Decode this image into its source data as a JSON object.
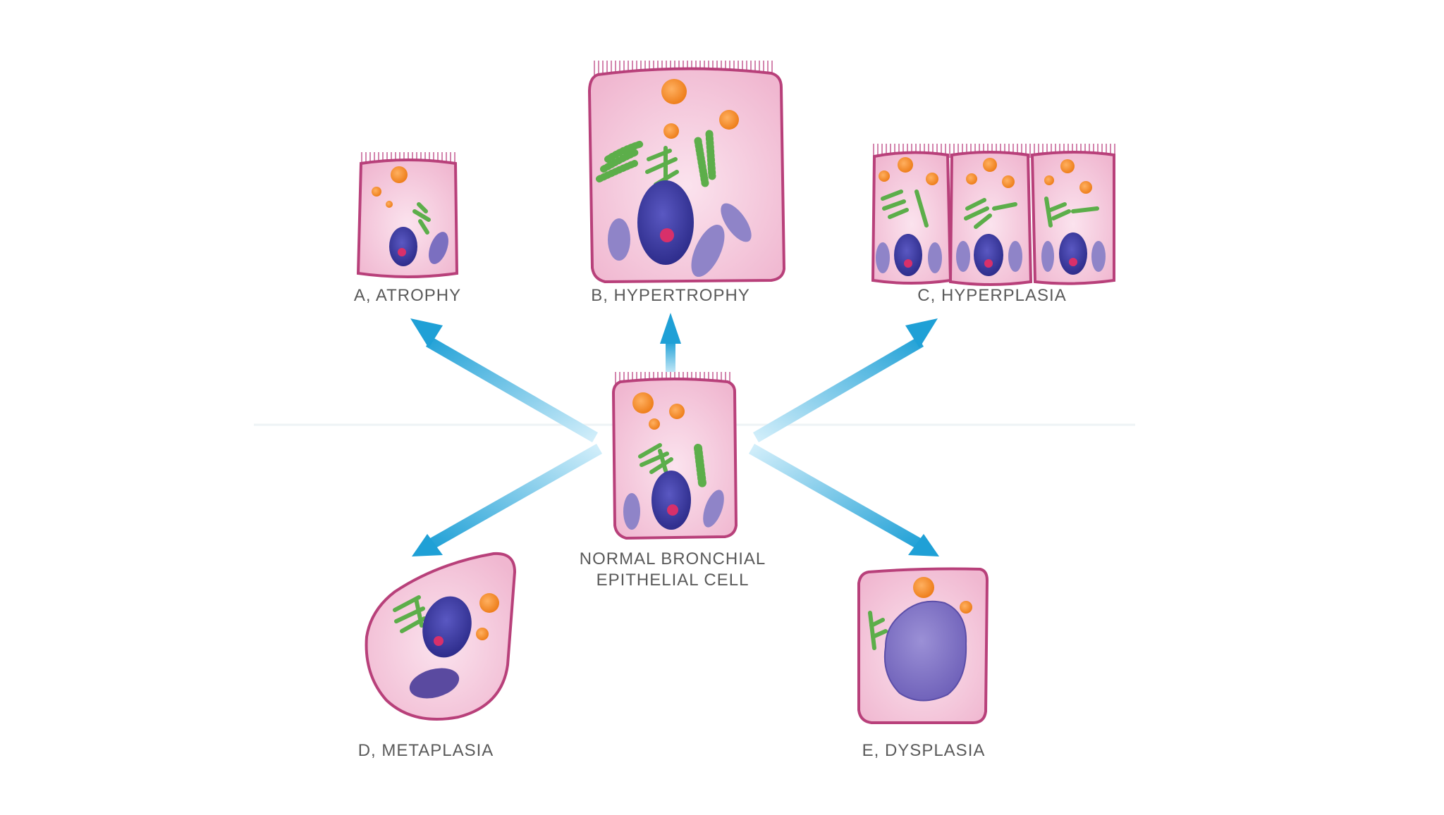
{
  "diagram": {
    "labels": {
      "atrophy": "A, ATROPHY",
      "hypertrophy": "B, HYPERTROPHY",
      "hyperplasia": "C, HYPERPLASIA",
      "normal_line1": "NORMAL BRONCHIAL",
      "normal_line2": "EPITHELIAL CELL",
      "metaplasia": "D, METAPLASIA",
      "dysplasia": "E, DYSPLASIA"
    },
    "colors": {
      "cell_fill": "#f4c3d8",
      "cell_outline": "#b8407a",
      "nucleus": "#3b3aa0",
      "nucleolus": "#d8306a",
      "mitochondria": "#8f84c8",
      "granules": "#f08a28",
      "organelles": "#5cae4a",
      "arrow": "#2aa6d8"
    }
  }
}
